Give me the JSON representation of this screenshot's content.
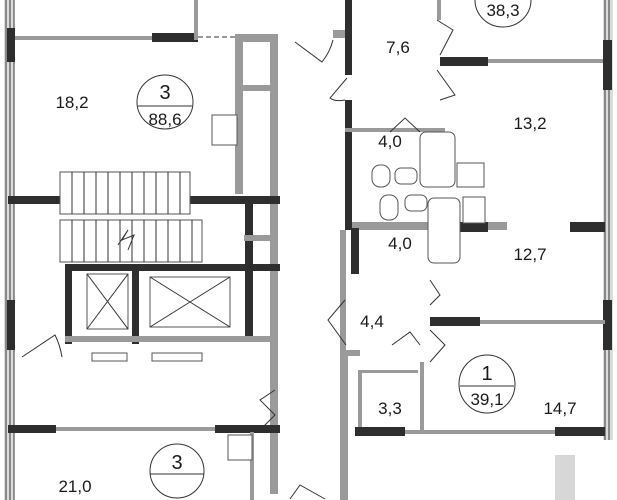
{
  "plan": {
    "apartments": [
      {
        "rooms": "3",
        "area": "88,6"
      },
      {
        "rooms": "",
        "area": "38,3"
      },
      {
        "rooms": "1",
        "area": "39,1"
      },
      {
        "rooms": "3",
        "area": ""
      }
    ],
    "room_areas": {
      "living_left": "18,2",
      "hall_top": "7,6",
      "bath_top": "4,0",
      "room_right_top": "13,2",
      "bath_bottom": "4,0",
      "room_right_mid": "12,7",
      "hall_bottom": "4,4",
      "storage": "3,3",
      "room_right_bottom": "14,7",
      "living_bottom_left": "21,0"
    },
    "colors": {
      "wall_load": "#2e2e2e",
      "wall_partition": "#9a9a9a"
    }
  }
}
